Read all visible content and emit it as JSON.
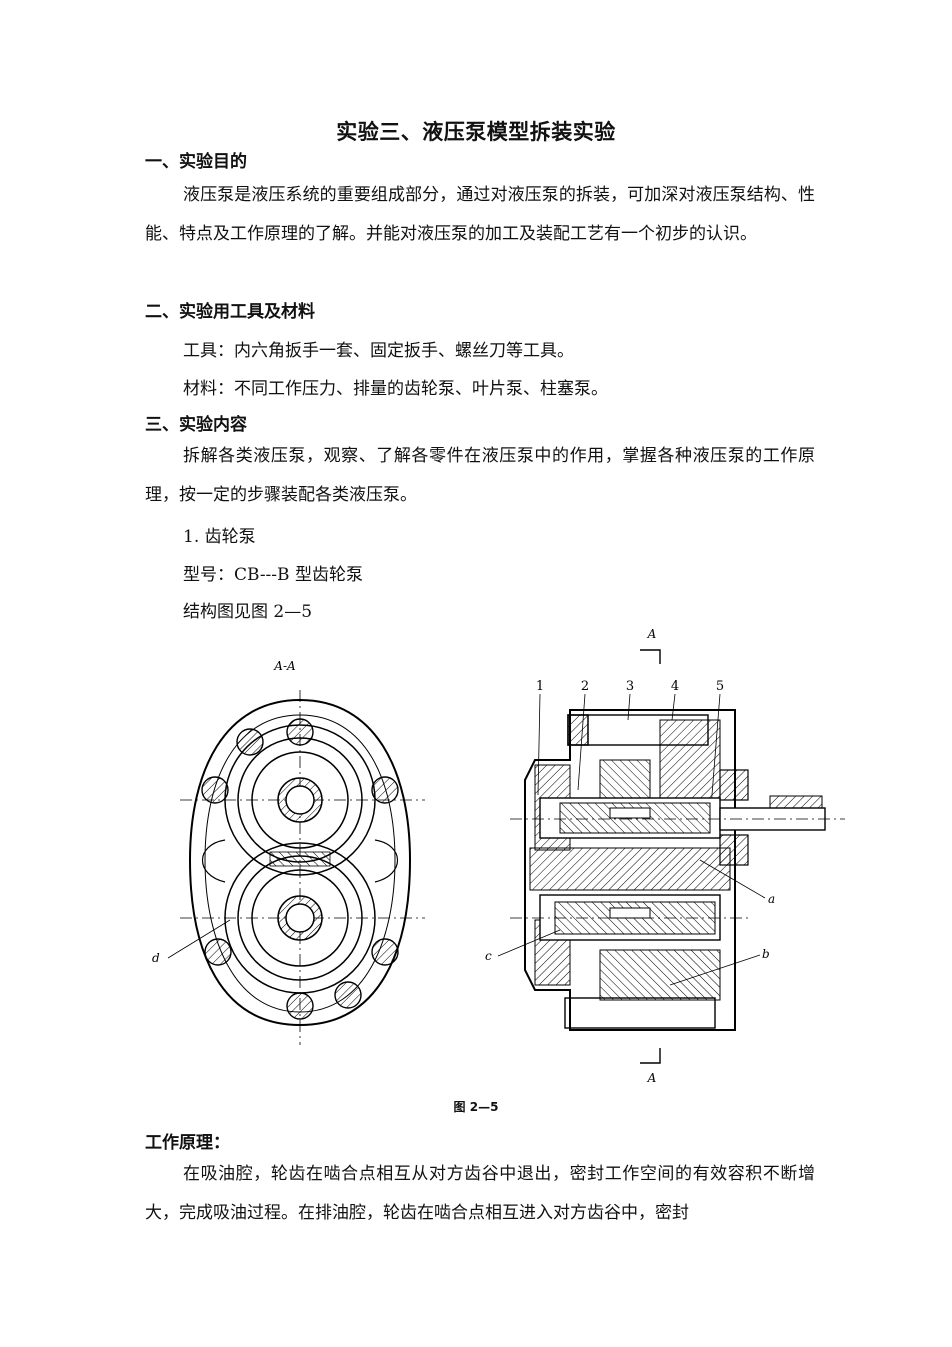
{
  "title": "实验三、液压泵模型拆装实验",
  "section1": {
    "heading": "一、实验目的",
    "text": "液压泵是液压系统的重要组成部分，通过对液压泵的拆装，可加深对液压泵结构、性能、特点及工作原理的了解。并能对液压泵的加工及装配工艺有一个初步的认识。"
  },
  "section2": {
    "heading": "二、实验用工具及材料",
    "tools": "工具：内六角扳手一套、固定扳手、螺丝刀等工具。",
    "materials": "材料：不同工作压力、排量的齿轮泵、叶片泵、柱塞泵。"
  },
  "section3": {
    "heading": "三、实验内容",
    "text": "拆解各类液压泵，观察、了解各零件在液压泵中的作用，掌握各种液压泵的工作原理，按一定的步骤装配各类液压泵。",
    "item1": "1. 齿轮泵",
    "model": "型号：CB---B 型齿轮泵",
    "structure": "结构图见图 2—5"
  },
  "figure": {
    "section_label": "A-A",
    "section_mark_top": "A",
    "section_mark_bottom": "A",
    "part_numbers": [
      "1",
      "2",
      "3",
      "4",
      "5"
    ],
    "letters": [
      "a",
      "b",
      "c",
      "d"
    ],
    "caption": "图 2—5"
  },
  "principle": {
    "heading": "工作原理：",
    "text": "在吸油腔，轮齿在啮合点相互从对方齿谷中退出，密封工作空间的有效容积不断增大，完成吸油过程。在排油腔，轮齿在啮合点相互进入对方齿谷中，密封"
  }
}
